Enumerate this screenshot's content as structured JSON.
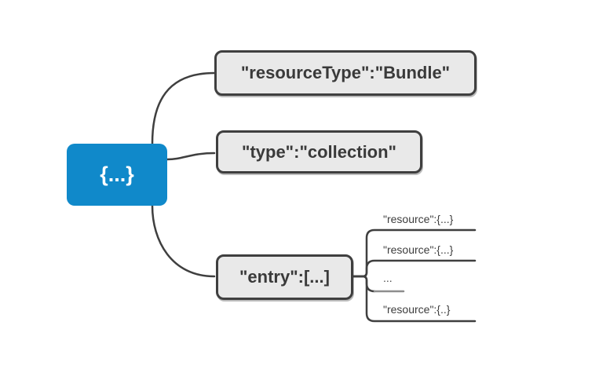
{
  "mindmap": {
    "root": {
      "label": "{...}"
    },
    "branches": [
      {
        "label": "\"resourceType\":\"Bundle\""
      },
      {
        "label": "\"type\":\"collection\""
      },
      {
        "label": "\"entry\":[...]"
      }
    ],
    "entry_children": [
      {
        "label": "\"resource\":{...}"
      },
      {
        "label": "\"resource\":{...}"
      },
      {
        "label": "..."
      },
      {
        "label": "\"resource\":{..}"
      }
    ],
    "colors": {
      "root_fill": "#1089ca",
      "root_text": "#ffffff",
      "node_fill": "#e9e9e9",
      "node_border": "#3f3f3f",
      "node_text": "#3a3a3a",
      "connector": "#3f3f3f",
      "muted_connector": "#8e8e8e",
      "background": "#ffffff"
    }
  }
}
